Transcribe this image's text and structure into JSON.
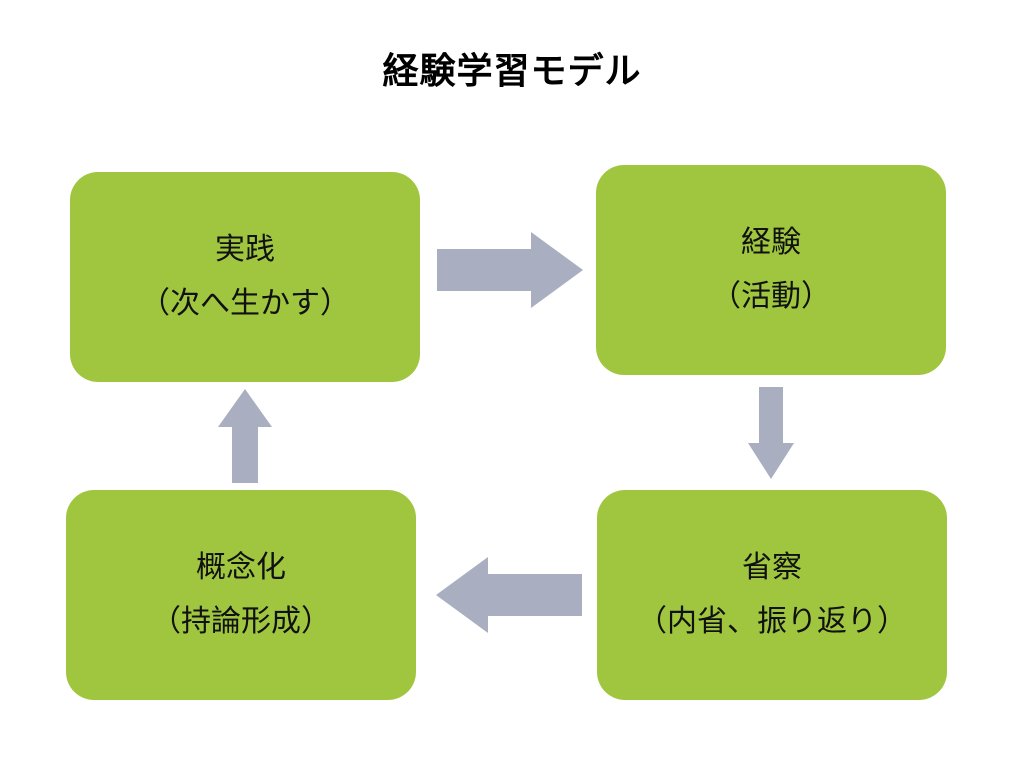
{
  "title": "経験学習モデル",
  "colors": {
    "box_fill": "#a0c640",
    "arrow_fill": "#a9afc0",
    "text": "#111111"
  },
  "boxes": {
    "practice": {
      "line1": "実践",
      "line2": "（次へ生かす）"
    },
    "experience": {
      "line1": "経験",
      "line2": "（活動）"
    },
    "reflection": {
      "line1": "省察",
      "line2": "（内省、振り返り）"
    },
    "concept": {
      "line1": "概念化",
      "line2": "（持論形成）"
    }
  },
  "arrows": [
    {
      "from": "practice",
      "to": "experience",
      "direction": "right"
    },
    {
      "from": "experience",
      "to": "reflection",
      "direction": "down"
    },
    {
      "from": "reflection",
      "to": "concept",
      "direction": "left"
    },
    {
      "from": "concept",
      "to": "practice",
      "direction": "up"
    }
  ]
}
